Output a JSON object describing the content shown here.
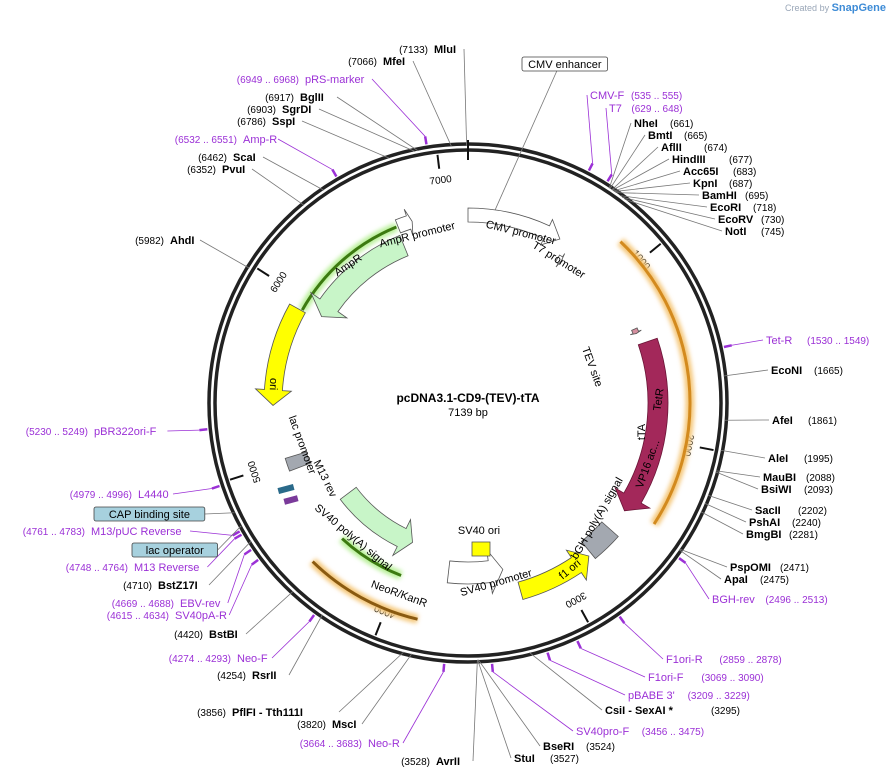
{
  "brand": {
    "prefix": "Created by",
    "name": "SnapGene"
  },
  "plasmid": {
    "name": "pcDNA3.1-CD9-(TEV)-tTA",
    "length_label": "7139 bp",
    "length": 7139
  },
  "ticks": [
    {
      "pos": 1000,
      "label": "1000"
    },
    {
      "pos": 2000,
      "label": "2000"
    },
    {
      "pos": 3000,
      "label": "3000"
    },
    {
      "pos": 4000,
      "label": "4000"
    },
    {
      "pos": 5000,
      "label": "5000"
    },
    {
      "pos": 6000,
      "label": "6000"
    },
    {
      "pos": 7000,
      "label": "7000"
    }
  ],
  "sites_right": [
    {
      "name": "NheI",
      "pos": "(661)",
      "at": 661
    },
    {
      "name": "BmtI",
      "pos": "(665)",
      "at": 665
    },
    {
      "name": "AflII",
      "pos": "(674)",
      "at": 674
    },
    {
      "name": "HindIII",
      "pos": "(677)",
      "at": 677
    },
    {
      "name": "Acc65I",
      "pos": "(683)",
      "at": 683
    },
    {
      "name": "KpnI",
      "pos": "(687)",
      "at": 687
    },
    {
      "name": "BamHI",
      "pos": "(695)",
      "at": 695
    },
    {
      "name": "EcoRI",
      "pos": "(718)",
      "at": 718
    },
    {
      "name": "EcoRV",
      "pos": "(730)",
      "at": 730
    },
    {
      "name": "NotI",
      "pos": "(745)",
      "at": 745
    },
    {
      "name": "EcoNI",
      "pos": "(1665)",
      "at": 1665
    },
    {
      "name": "AfeI",
      "pos": "(1861)",
      "at": 1861
    },
    {
      "name": "AleI",
      "pos": "(1995)",
      "at": 1995
    },
    {
      "name": "MauBI",
      "pos": "(2088)",
      "at": 2088
    },
    {
      "name": "BsiWI",
      "pos": "(2093)",
      "at": 2093
    },
    {
      "name": "SacII",
      "pos": "(2202)",
      "at": 2202
    },
    {
      "name": "PshAI",
      "pos": "(2240)",
      "at": 2240
    },
    {
      "name": "BmgBI",
      "pos": "(2281)",
      "at": 2281
    },
    {
      "name": "PspOMI",
      "pos": "(2471)",
      "at": 2471
    },
    {
      "name": "ApaI",
      "pos": "(2475)",
      "at": 2475
    },
    {
      "name": "CsiI - SexAI *",
      "pos": "(3295)",
      "at": 3295
    },
    {
      "name": "BseRI",
      "pos": "(3524)",
      "at": 3524
    },
    {
      "name": "StuI",
      "pos": "(3527)",
      "at": 3527
    }
  ],
  "sites_left": [
    {
      "name": "MluI",
      "pos": "(7133)",
      "at": 7133
    },
    {
      "name": "MfeI",
      "pos": "(7066)",
      "at": 7066
    },
    {
      "name": "BglII",
      "pos": "(6917)",
      "at": 6917
    },
    {
      "name": "SgrDI",
      "pos": "(6903)",
      "at": 6903
    },
    {
      "name": "SspI",
      "pos": "(6786)",
      "at": 6786
    },
    {
      "name": "ScaI",
      "pos": "(6462)",
      "at": 6462
    },
    {
      "name": "PvuI",
      "pos": "(6352)",
      "at": 6352
    },
    {
      "name": "AhdI",
      "pos": "(5982)",
      "at": 5982
    },
    {
      "name": "BstZ17I",
      "pos": "(4710)",
      "at": 4710
    },
    {
      "name": "BstBI",
      "pos": "(4420)",
      "at": 4420
    },
    {
      "name": "RsrII",
      "pos": "(4254)",
      "at": 4254
    },
    {
      "name": "PflFI - Tth111I",
      "pos": "(3856)",
      "at": 3856
    },
    {
      "name": "MscI",
      "pos": "(3820)",
      "at": 3820
    },
    {
      "name": "AvrII",
      "pos": "(3528)",
      "at": 3528
    }
  ],
  "primers": [
    {
      "name": "pRS-marker",
      "pos": "(6949 .. 6968)",
      "at": 6958
    },
    {
      "name": "Amp-R",
      "pos": "(6532 .. 6551)",
      "at": 6541
    },
    {
      "name": "CMV-F",
      "pos": "(535 .. 555)",
      "at": 545
    },
    {
      "name": "T7",
      "pos": "(629 .. 648)",
      "at": 638
    },
    {
      "name": "Tet-R",
      "pos": "(1530 .. 1549)",
      "at": 1540
    },
    {
      "name": "BGH-rev",
      "pos": "(2496 .. 2513)",
      "at": 2505
    },
    {
      "name": "F1ori-R",
      "pos": "(2859 .. 2878)",
      "at": 2868
    },
    {
      "name": "F1ori-F",
      "pos": "(3069 .. 3090)",
      "at": 3080
    },
    {
      "name": "pBABE 3'",
      "pos": "(3209 .. 3229)",
      "at": 3219
    },
    {
      "name": "SV40pro-F",
      "pos": "(3456 .. 3475)",
      "at": 3465
    },
    {
      "name": "Neo-R",
      "pos": "(3664 .. 3683)",
      "at": 3673
    },
    {
      "name": "Neo-F",
      "pos": "(4274 .. 4293)",
      "at": 4283
    },
    {
      "name": "SV40pA-R",
      "pos": "(4615 .. 4634)",
      "at": 4625
    },
    {
      "name": "EBV-rev",
      "pos": "(4669 .. 4688)",
      "at": 4678
    },
    {
      "name": "M13 Reverse",
      "pos": "(4748 .. 4764)",
      "at": 4756
    },
    {
      "name": "M13/pUC Reverse",
      "pos": "(4761 .. 4783)",
      "at": 4772
    },
    {
      "name": "L4440",
      "pos": "(4979 .. 4996)",
      "at": 4988
    },
    {
      "name": "pBR322ori-F",
      "pos": "(5230 .. 5249)",
      "at": 5240
    }
  ],
  "boxed_labels": [
    {
      "name": "CMV enhancer",
      "at": 150,
      "fill": "#ffffff"
    },
    {
      "name": "CAP binding site",
      "at": 4855,
      "fill": "#a7d1de"
    },
    {
      "name": "lac operator",
      "at": 4790,
      "fill": "#a7d1de"
    }
  ],
  "features": [
    {
      "name": "CMV promoter",
      "color": "#ffffff"
    },
    {
      "name": "T7 promoter",
      "color": "#ffffff"
    },
    {
      "name": "AmpR promoter",
      "color": "#ffffff"
    },
    {
      "name": "AmpR",
      "color": "#c8f5c8"
    },
    {
      "name": "ori",
      "color": "#ffff00"
    },
    {
      "name": "TEV site",
      "color": "#d58f9f"
    },
    {
      "name": "TetR",
      "color": "#a3285a"
    },
    {
      "name": "tTA",
      "color": "#e6a33a"
    },
    {
      "name": "VP16 ac...",
      "color": "#a3285a"
    },
    {
      "name": "bGH poly(A) signal",
      "color": "#a3a8b0"
    },
    {
      "name": "f1 ori",
      "color": "#ffff00"
    },
    {
      "name": "SV40 promoter",
      "color": "#ffffff"
    },
    {
      "name": "SV40 ori",
      "color": "#ffff00"
    },
    {
      "name": "NeoR/KanR",
      "color": "#c8f5c8"
    },
    {
      "name": "SV40 poly(A) signal",
      "color": "#c8f5c8"
    },
    {
      "name": "lac promoter",
      "color": "#ffffff"
    },
    {
      "name": "M13 rev",
      "color": "#ffffff"
    }
  ],
  "colors": {
    "primer": "#9b30d6",
    "backbone": "#222222",
    "site": "#000000"
  }
}
